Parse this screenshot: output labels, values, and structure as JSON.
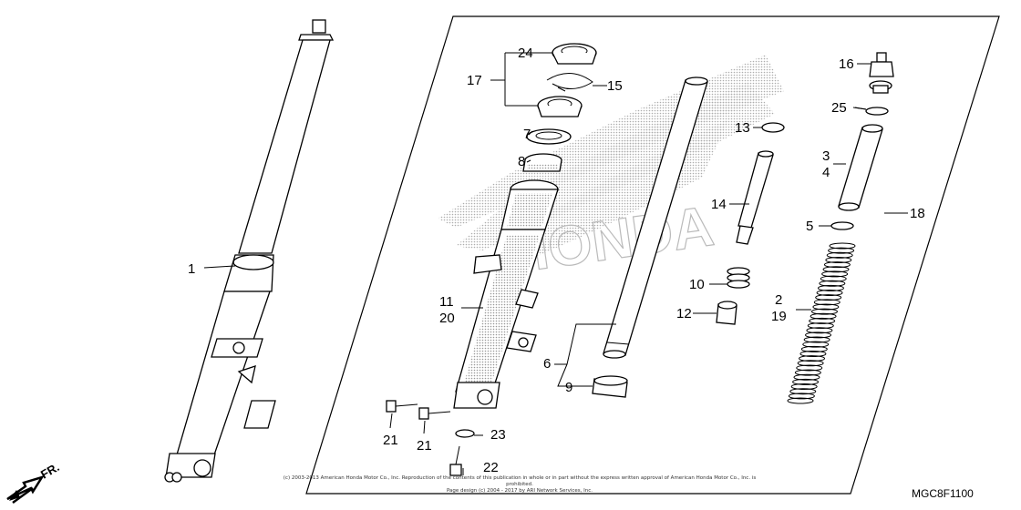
{
  "diagram": {
    "callouts": [
      "1",
      "2",
      "3",
      "4",
      "5",
      "6",
      "7",
      "8",
      "9",
      "10",
      "11",
      "12",
      "13",
      "14",
      "15",
      "16",
      "17",
      "18",
      "19",
      "20",
      "21",
      "21",
      "22",
      "23",
      "24",
      "25"
    ],
    "direction_arrow_label": "FR.",
    "watermark_text": "HONDA",
    "copyright_line_1": "(c) 2003-2013 American Honda Motor Co., Inc. Reproduction of the contents of this publication in whole or in part without the express written approval of American Honda Motor Co., Inc. is prohibited.",
    "copyright_line_2": "Page design (c) 2004 - 2017 by ARI Network Services, Inc.",
    "diagram_code": "MGC8F1100"
  }
}
